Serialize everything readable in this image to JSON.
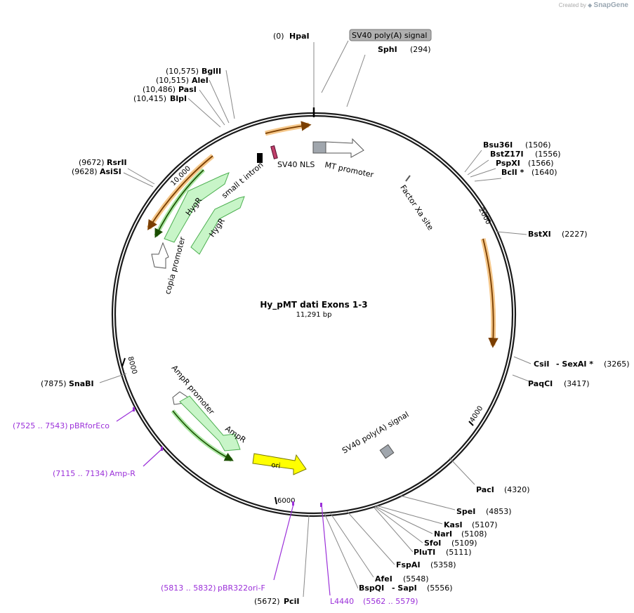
{
  "branding": {
    "prefix": "Created by",
    "name": "SnapGene"
  },
  "plasmid": {
    "name": "Hy_pMT dati Exons 1-3",
    "length_label": "11,291 bp",
    "length": 11291
  },
  "colors": {
    "backbone": "#1a1a1a",
    "site_line": "#888888",
    "primer": "#9b30d9",
    "orf_fill": "#c8f5c8",
    "orf_stroke": "#4caf50",
    "ori_fill": "#ffff00",
    "highlight": "#f5c78a",
    "feature_gray": "#b0b0b0"
  },
  "ticks": [
    {
      "bp": 0,
      "label": ""
    },
    {
      "bp": 2000,
      "label": "2000"
    },
    {
      "bp": 4000,
      "label": "4000"
    },
    {
      "bp": 6000,
      "label": "6000"
    },
    {
      "bp": 8000,
      "label": "8000"
    },
    {
      "bp": 10000,
      "label": "10,000"
    }
  ],
  "sites": [
    {
      "name": "HpaI",
      "pos": "(0)",
      "side": "left",
      "bp": 0
    },
    {
      "name": "SphI",
      "pos": "(294)",
      "side": "right",
      "bp": 294
    },
    {
      "name": "Bsu36I",
      "pos": "(1506)",
      "side": "right",
      "bp": 1506
    },
    {
      "name": "BstZ17I",
      "pos": "(1556)",
      "side": "right",
      "bp": 1556
    },
    {
      "name": "PspXI",
      "pos": "(1566)",
      "side": "right",
      "bp": 1566
    },
    {
      "name": "BclI *",
      "pos": "(1640)",
      "side": "right",
      "bp": 1640
    },
    {
      "name": "BstXI",
      "pos": "(2227)",
      "side": "right",
      "bp": 2227
    },
    {
      "name": "CsiI",
      "pos": "",
      "side": "right",
      "bp": 3265
    },
    {
      "name": "- SexAI *",
      "pos": "(3265)",
      "side": "right",
      "bp": 3265
    },
    {
      "name": "PaqCI",
      "pos": "(3417)",
      "side": "right",
      "bp": 3417
    },
    {
      "name": "PacI",
      "pos": "(4320)",
      "side": "right",
      "bp": 4320
    },
    {
      "name": "SpeI",
      "pos": "(4853)",
      "side": "right",
      "bp": 4853
    },
    {
      "name": "KasI",
      "pos": "(5107)",
      "side": "right",
      "bp": 5107
    },
    {
      "name": "NarI",
      "pos": "(5108)",
      "side": "right",
      "bp": 5108
    },
    {
      "name": "SfoI",
      "pos": "(5109)",
      "side": "right",
      "bp": 5109
    },
    {
      "name": "PluTI",
      "pos": "(5111)",
      "side": "right",
      "bp": 5111
    },
    {
      "name": "FspAI",
      "pos": "(5358)",
      "side": "right",
      "bp": 5358
    },
    {
      "name": "AfeI",
      "pos": "(5548)",
      "side": "right",
      "bp": 5548
    },
    {
      "name": "BspQI",
      "pos": "",
      "side": "right",
      "bp": 5556
    },
    {
      "name": "- SapI",
      "pos": "(5556)",
      "side": "right",
      "bp": 5556
    },
    {
      "name": "PciI",
      "pos": "(5672)",
      "side": "left",
      "bp": 5672
    },
    {
      "name": "SnaBI",
      "pos": "(7875)",
      "side": "left",
      "bp": 7875
    },
    {
      "name": "AsiSI",
      "pos": "(9628)",
      "side": "left",
      "bp": 9628
    },
    {
      "name": "RsrII",
      "pos": "(9672)",
      "side": "left",
      "bp": 9672
    },
    {
      "name": "BlpI",
      "pos": "(10,415)",
      "side": "left",
      "bp": 10415
    },
    {
      "name": "PasI",
      "pos": "(10,486)",
      "side": "left",
      "bp": 10486
    },
    {
      "name": "AleI",
      "pos": "(10,515)",
      "side": "left",
      "bp": 10515
    },
    {
      "name": "BglII",
      "pos": "(10,575)",
      "side": "left",
      "bp": 10575
    }
  ],
  "primers": [
    {
      "name": "pBRforEco",
      "range": "(7525 .. 7543)",
      "side": "left",
      "bp": 7534
    },
    {
      "name": "Amp-R",
      "range": "(7115 .. 7134)",
      "side": "left",
      "bp": 7125
    },
    {
      "name": "pBR322ori-F",
      "range": "(5813 .. 5832)",
      "side": "left",
      "bp": 5822
    },
    {
      "name": "L4440",
      "range": "(5562 .. 5579)",
      "side": "right",
      "bp": 5570
    }
  ],
  "features": [
    {
      "label": "SV40 poly(A) signal",
      "kind": "box-label"
    },
    {
      "label": "MT promoter"
    },
    {
      "label": "Factor Xa site"
    },
    {
      "label": "SV40 NLS"
    },
    {
      "label": "small t intron"
    },
    {
      "label": "HygR"
    },
    {
      "label": "HygR"
    },
    {
      "label": "copia promoter"
    },
    {
      "label": "AmpR promoter"
    },
    {
      "label": "AmpR"
    },
    {
      "label": "ori"
    },
    {
      "label": "SV40 poly(A) signal"
    }
  ]
}
